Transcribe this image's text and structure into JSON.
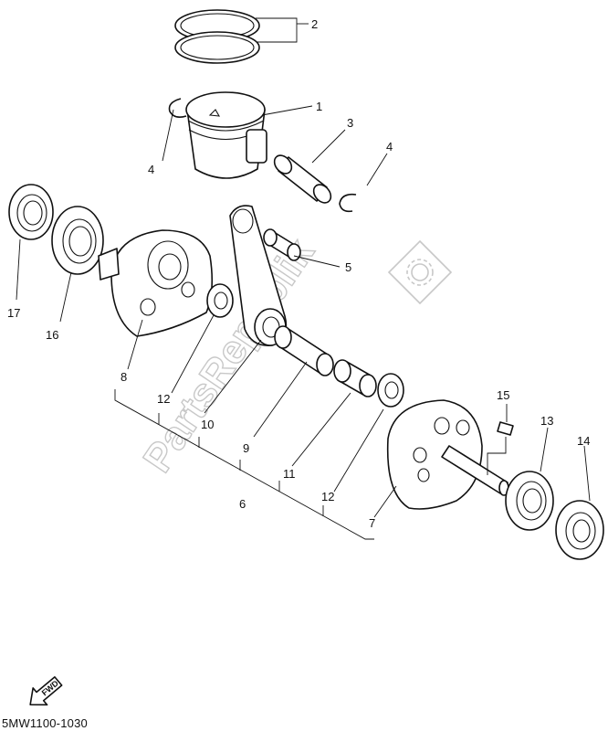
{
  "diagram": {
    "code": "5MW1100-1030",
    "watermark": "PartsRepublik",
    "fwd_label": "FWD",
    "callouts": [
      {
        "id": "c2",
        "label": "2"
      },
      {
        "id": "c1",
        "label": "1"
      },
      {
        "id": "c3",
        "label": "3"
      },
      {
        "id": "c4a",
        "label": "4"
      },
      {
        "id": "c4b",
        "label": "4"
      },
      {
        "id": "c5",
        "label": "5"
      },
      {
        "id": "c17",
        "label": "17"
      },
      {
        "id": "c16",
        "label": "16"
      },
      {
        "id": "c8",
        "label": "8"
      },
      {
        "id": "c12a",
        "label": "12"
      },
      {
        "id": "c10",
        "label": "10"
      },
      {
        "id": "c9",
        "label": "9"
      },
      {
        "id": "c11",
        "label": "11"
      },
      {
        "id": "c6",
        "label": "6"
      },
      {
        "id": "c12b",
        "label": "12"
      },
      {
        "id": "c7",
        "label": "7"
      },
      {
        "id": "c15",
        "label": "15"
      },
      {
        "id": "c13",
        "label": "13"
      },
      {
        "id": "c14",
        "label": "14"
      }
    ]
  }
}
